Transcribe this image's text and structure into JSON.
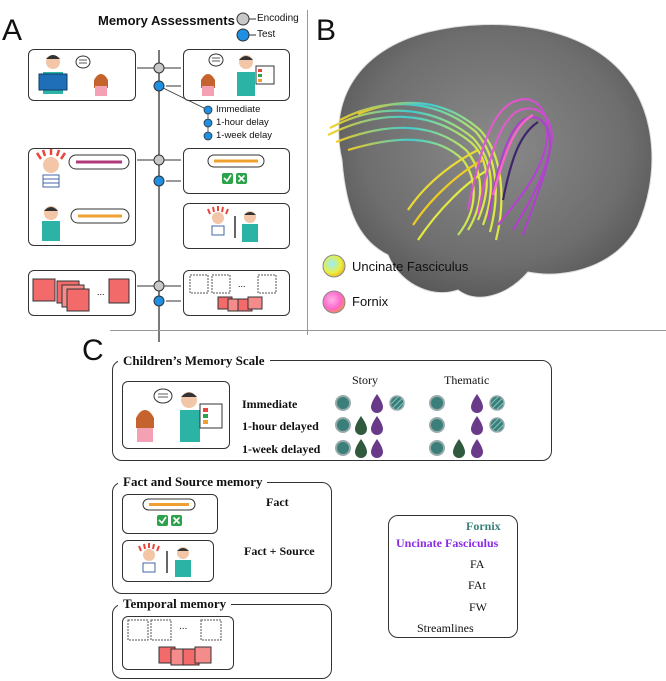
{
  "panels": {
    "a": "A",
    "b": "B",
    "c": "C"
  },
  "panelA": {
    "title": "Memory Assessments",
    "legend": {
      "encoding": "Encoding",
      "test": "Test"
    },
    "delays": [
      "Immediate",
      "1-hour delay",
      "1-week delay"
    ]
  },
  "panelB": {
    "legend": [
      {
        "label": "Uncinate Fasciculus"
      },
      {
        "label": "Fornix"
      }
    ]
  },
  "panelC": {
    "cms": {
      "title": "Children’s Memory Scale",
      "columns": [
        "Story",
        "Thematic"
      ],
      "rows": [
        "Immediate",
        "1-hour delayed",
        "1-week delayed"
      ]
    },
    "factsource": {
      "title": "Fact and Source memory",
      "fact": "Fact",
      "factsource": "Fact + Source"
    },
    "temporal": {
      "title": "Temporal memory",
      "dots": "..."
    },
    "legend": {
      "fornix": "Fornix",
      "uncinate": "Uncinate Fasciculus",
      "items": [
        "FA",
        "FAt",
        "FW",
        "Streamlines"
      ]
    }
  },
  "colors": {
    "fornix": "#3a7f7a",
    "uncinate": "#8a2be2",
    "test": "#1e90ff",
    "encoding": "#bdbdbd",
    "dark_green": "#2f5a3e",
    "purple_drop": "#6a3a8a"
  }
}
